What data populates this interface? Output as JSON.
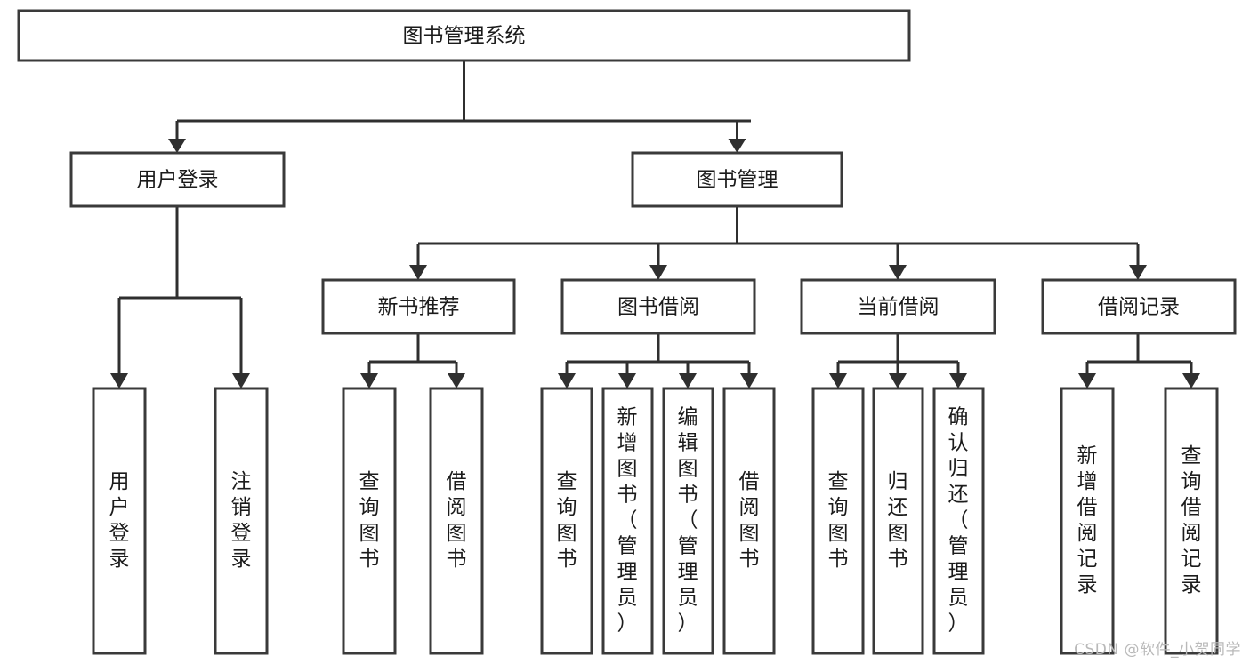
{
  "diagram": {
    "type": "tree-hierarchy-chart",
    "title": "图书管理系统",
    "root": {
      "id": "root",
      "label": "图书管理系统",
      "orientation": "horizontal"
    },
    "level2": [
      {
        "id": "user-login",
        "label": "用户登录",
        "orientation": "horizontal"
      },
      {
        "id": "book-manage",
        "label": "图书管理",
        "orientation": "horizontal"
      }
    ],
    "level3": [
      {
        "id": "new-book-recommend",
        "label": "新书推荐",
        "orientation": "horizontal",
        "parent": "book-manage"
      },
      {
        "id": "book-borrow",
        "label": "图书借阅",
        "orientation": "horizontal",
        "parent": "book-manage"
      },
      {
        "id": "current-borrow",
        "label": "当前借阅",
        "orientation": "horizontal",
        "parent": "book-manage"
      },
      {
        "id": "borrow-record",
        "label": "借阅记录",
        "orientation": "horizontal",
        "parent": "book-manage"
      }
    ],
    "leaves": [
      {
        "id": "leaf-user-login",
        "label": "用户登录",
        "chars": [
          "用",
          "户",
          "登",
          "录"
        ],
        "parent": "user-login"
      },
      {
        "id": "leaf-logout-login",
        "label": "注销登录",
        "chars": [
          "注",
          "销",
          "登",
          "录"
        ],
        "parent": "user-login"
      },
      {
        "id": "leaf-query-book-1",
        "label": "查询图书",
        "chars": [
          "查",
          "询",
          "图",
          "书"
        ],
        "parent": "new-book-recommend"
      },
      {
        "id": "leaf-borrow-book-1",
        "label": "借阅图书",
        "chars": [
          "借",
          "阅",
          "图",
          "书"
        ],
        "parent": "new-book-recommend"
      },
      {
        "id": "leaf-query-book-2",
        "label": "查询图书",
        "chars": [
          "查",
          "询",
          "图",
          "书"
        ],
        "parent": "book-borrow"
      },
      {
        "id": "leaf-add-book-admin",
        "label": "新增图书（管理员）",
        "chars": [
          "新",
          "增",
          "图",
          "书",
          "（",
          "管",
          "理",
          "员",
          "）"
        ],
        "parent": "book-borrow"
      },
      {
        "id": "leaf-edit-book-admin",
        "label": "编辑图书（管理员）",
        "chars": [
          "编",
          "辑",
          "图",
          "书",
          "（",
          "管",
          "理",
          "员",
          "）"
        ],
        "parent": "book-borrow"
      },
      {
        "id": "leaf-borrow-book-2",
        "label": "借阅图书",
        "chars": [
          "借",
          "阅",
          "图",
          "书"
        ],
        "parent": "book-borrow"
      },
      {
        "id": "leaf-query-book-3",
        "label": "查询图书",
        "chars": [
          "查",
          "询",
          "图",
          "书"
        ],
        "parent": "current-borrow"
      },
      {
        "id": "leaf-return-book",
        "label": "归还图书",
        "chars": [
          "归",
          "还",
          "图",
          "书"
        ],
        "parent": "current-borrow"
      },
      {
        "id": "leaf-confirm-return-admin",
        "label": "确认归还（管理员）",
        "chars": [
          "确",
          "认",
          "归",
          "还",
          "（",
          "管",
          "理",
          "员",
          "）"
        ],
        "parent": "current-borrow"
      },
      {
        "id": "leaf-add-borrow-record",
        "label": "新增借阅记录",
        "chars": [
          "新",
          "增",
          "借",
          "阅",
          "记",
          "录"
        ],
        "parent": "borrow-record"
      },
      {
        "id": "leaf-query-borrow-record",
        "label": "查询借阅记录",
        "chars": [
          "查",
          "询",
          "借",
          "阅",
          "记",
          "录"
        ],
        "parent": "borrow-record"
      }
    ],
    "colors": {
      "box_stroke": "#3a3a3a",
      "box_fill": "#ffffff",
      "connector": "#2f2f2f",
      "text": "#1b1b1b",
      "background": "#ffffff",
      "watermark": "#b9b9b9"
    }
  },
  "watermark": {
    "text": "CSDN @软件_小贺同学"
  }
}
